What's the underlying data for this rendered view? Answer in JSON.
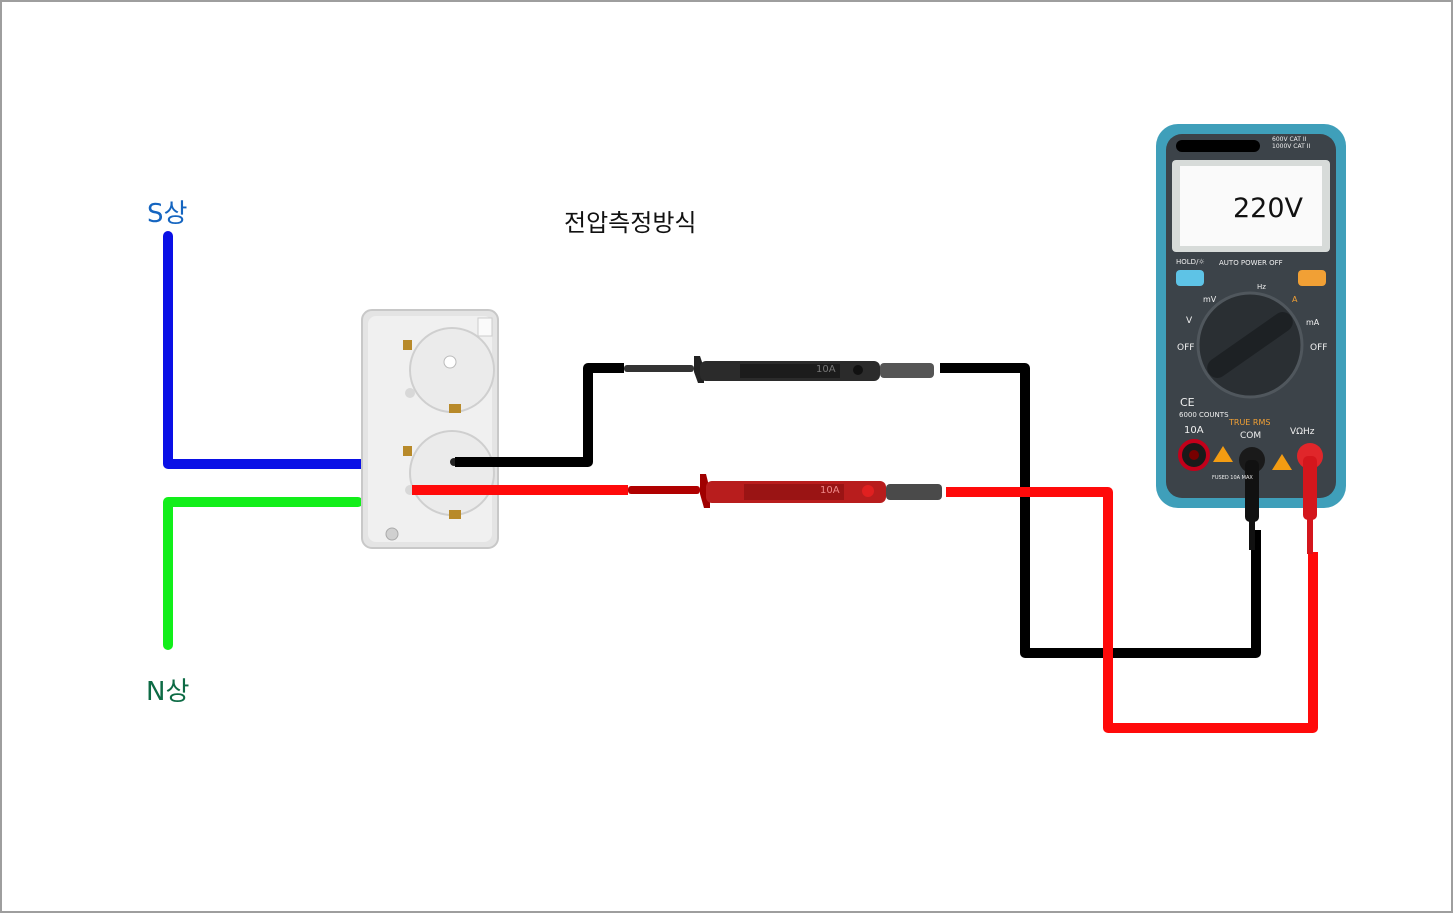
{
  "labels": {
    "s_phase": "S상",
    "n_phase": "N상",
    "title": "전압측정방식"
  },
  "multimeter": {
    "display": "220V",
    "rating_line1": "600V CAT II",
    "rating_line2": "1000V CAT II",
    "hold_label": "HOLD/☼",
    "auto_power_off": "AUTO POWER OFF",
    "hz_label": "Hz",
    "mv_label": "mV",
    "a_label": "A",
    "v_label": "V",
    "ma_label": "mA",
    "off_left": "OFF",
    "off_right": "OFF",
    "ce_label": "CE",
    "counts_label": "6000 COUNTS",
    "true_rms": "TRUE RMS",
    "ten_a": "10A",
    "com": "COM",
    "vohm": "VΩHz",
    "fused_label": "FUSED 10A MAX"
  },
  "probes": {
    "black_rating": "10A",
    "red_rating": "10A"
  },
  "colors": {
    "s_phase": "#1565c0",
    "n_phase": "#0d6b45",
    "s_wire": "#0a10e6",
    "n_wire": "#12ee1a",
    "black_wire": "#000000",
    "red_wire": "#ff0a0a",
    "meter_case": "#3f9fba",
    "meter_face": "#3c4349"
  }
}
